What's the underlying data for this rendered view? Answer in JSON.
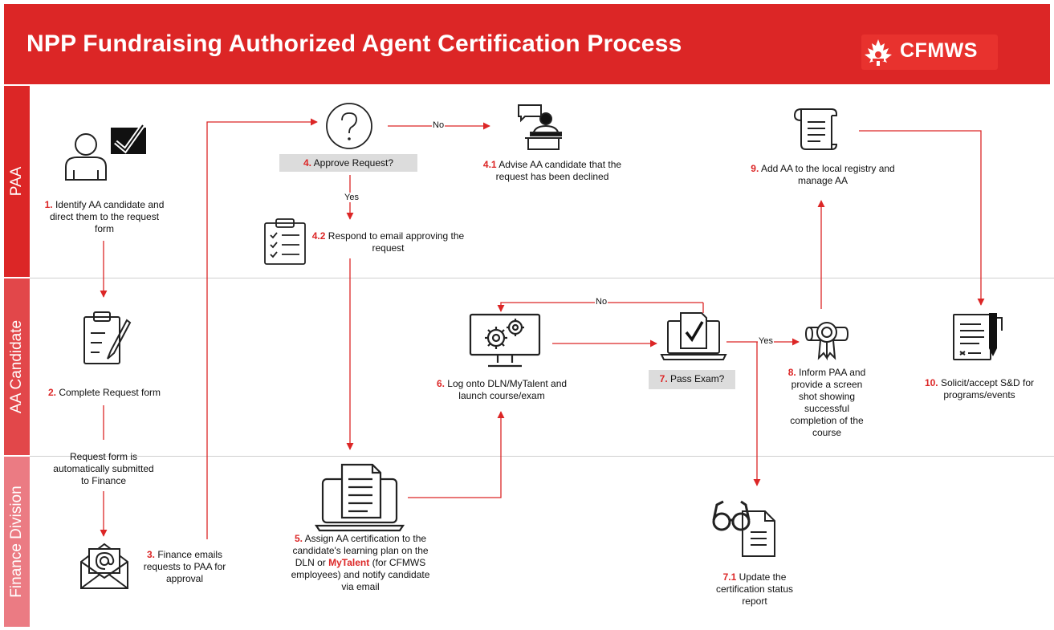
{
  "header": {
    "title": "NPP Fundraising Authorized Agent Certification Process",
    "logo_text": "CFMWS"
  },
  "lanes": {
    "paa": "PAA",
    "candidate": "AA Candidate",
    "finance": "Finance Division"
  },
  "colors": {
    "accent": "#dc2626",
    "lane_paa": "#dc2626",
    "lane_candidate": "#e2474a",
    "lane_finance": "#eb7b83",
    "decision_bg": "#dcdcdc"
  },
  "steps": {
    "s1": {
      "num": "1.",
      "text": "Identify AA candidate and direct them to the request form",
      "icon": "person-checkbox-icon"
    },
    "s2": {
      "num": "2.",
      "text": "Complete Request form",
      "icon": "clipboard-pencil-icon"
    },
    "auto_submit": "Request form is automatically submitted to Finance",
    "s3": {
      "num": "3.",
      "text": "Finance emails requests to PAA for approval",
      "icon": "envelope-at-icon"
    },
    "s4": {
      "num": "4.",
      "text": "Approve Request?",
      "icon": "question-icon"
    },
    "s4_1": {
      "num": "4.1",
      "text": "Advise AA candidate that the request has been declined",
      "icon": "person-desk-chat-icon"
    },
    "s4_2": {
      "num": "4.2",
      "text": "Respond to email approving the request",
      "icon": "checklist-clipboard-icon"
    },
    "s5": {
      "num": "5.",
      "text_before": "Assign AA certification to the candidate's learning plan on the DLN or",
      "highlight": "MyTalent",
      "text_after": "(for CFMWS employees) and notify candidate via email",
      "icon": "laptop-document-icon"
    },
    "s6": {
      "num": "6.",
      "text": "Log onto DLN/MyTalent and launch course/exam",
      "icon": "monitor-gears-icon"
    },
    "s7": {
      "num": "7.",
      "text": "Pass Exam?",
      "icon": "laptop-check-icon"
    },
    "s7_1": {
      "num": "7.1",
      "text": "Update the certification status report",
      "icon": "glasses-document-icon"
    },
    "s8": {
      "num": "8.",
      "text": "Inform PAA and provide a screen shot showing successful completion of the course",
      "icon": "certificate-ribbon-icon"
    },
    "s9": {
      "num": "9.",
      "text": "Add AA to the local registry and manage AA",
      "icon": "scroll-icon"
    },
    "s10": {
      "num": "10.",
      "text": "Solicit/accept S&D for programs/events",
      "icon": "contract-pen-icon"
    }
  },
  "edges": {
    "no_approve": "No",
    "yes_approve": "Yes",
    "no_exam": "No",
    "yes_exam": "Yes"
  }
}
